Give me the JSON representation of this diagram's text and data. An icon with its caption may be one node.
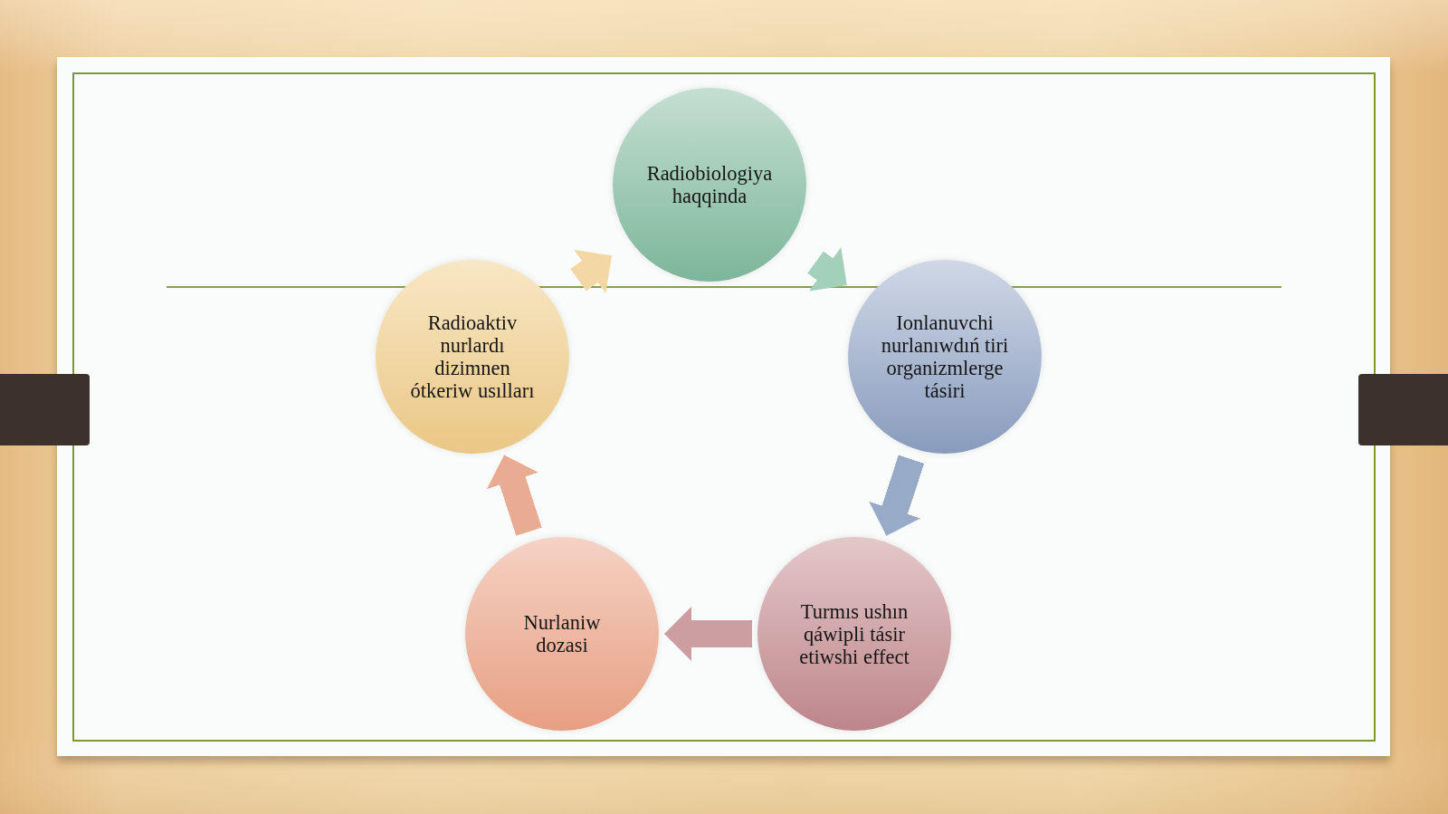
{
  "diagram": {
    "nodes": [
      {
        "text": [
          "Radiobiologiya haqqinda"
        ]
      },
      {
        "text": [
          "Ionlanuvchi nurlanıwdıń tiri organizmlerge tásiri"
        ]
      },
      {
        "text": [
          "Turmıs ushın qáwipli tásir etiwshi effect"
        ]
      },
      {
        "text": [
          "Nurlaniw dozasi"
        ]
      },
      {
        "text": [
          "Radioaktiv nurlardı dizimnen ótkeriw usılları"
        ]
      }
    ],
    "edges": [
      {
        "from": 0,
        "to": 1,
        "arrow": "to",
        "color": "#a3d0bb"
      },
      {
        "from": 1,
        "to": 2,
        "arrow": "to",
        "color": "#97abc9"
      },
      {
        "from": 2,
        "to": 3,
        "arrow": "to",
        "color": "#cc9ea2"
      },
      {
        "from": 3,
        "to": 4,
        "arrow": "to",
        "color": "#eaab93"
      },
      {
        "from": 4,
        "to": 0,
        "arrow": "to",
        "color": "#f3d8a6"
      }
    ]
  }
}
